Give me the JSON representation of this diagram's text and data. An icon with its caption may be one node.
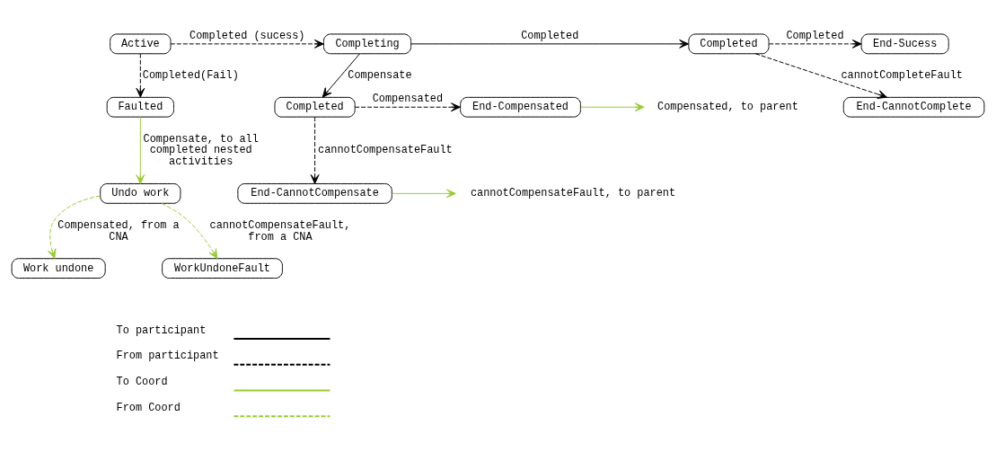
{
  "diagram": {
    "nodes": [
      {
        "text": [
          "Active"
        ]
      },
      {
        "text": [
          "Completing"
        ]
      },
      {
        "text": [
          "Completed"
        ]
      },
      {
        "text": [
          "End-Sucess"
        ]
      },
      {
        "text": [
          "End-CannotComplete"
        ]
      },
      {
        "text": [
          "Faulted"
        ]
      },
      {
        "text": [
          "Completed"
        ]
      },
      {
        "text": [
          "End-Compensated"
        ]
      },
      {
        "text": [
          "End-CannotCompensate"
        ]
      },
      {
        "text": [
          "Undo work"
        ]
      },
      {
        "text": [
          "Work undone"
        ]
      },
      {
        "text": [
          "WorkUndoneFault"
        ]
      },
      {
        "text": [
          "Compensated, to parent"
        ]
      },
      {
        "text": [
          "cannotCompensateFault, to parent"
        ]
      }
    ],
    "edges": [
      {
        "from": 0,
        "to": 1,
        "arrow": "to",
        "style": "dashed",
        "label": "Completed (sucess)"
      },
      {
        "from": 1,
        "to": 2,
        "arrow": "to",
        "label": "Completed"
      },
      {
        "from": 2,
        "to": 3,
        "arrow": "to",
        "style": "dashed",
        "label": "Completed"
      },
      {
        "from": 2,
        "to": 4,
        "arrow": "to",
        "style": "dashed",
        "label": "cannotCompleteFault"
      },
      {
        "from": 0,
        "to": 5,
        "arrow": "to",
        "style": "dashed",
        "label": "Completed(Fail)"
      },
      {
        "from": 1,
        "to": 6,
        "arrow": "to",
        "label": "Compensate"
      },
      {
        "from": 6,
        "to": 7,
        "arrow": "to",
        "style": "dashed",
        "label": "Compensated"
      },
      {
        "from": 6,
        "to": 8,
        "arrow": "to",
        "style": "dashed",
        "label": "cannotCompensateFault"
      },
      {
        "from": 7,
        "to": 12,
        "arrow": "to",
        "color": "#99cc33"
      },
      {
        "from": 5,
        "to": 9,
        "arrow": "to",
        "color": "#99cc33",
        "label": "Compensate, to all completed nested activities"
      },
      {
        "from": 8,
        "to": 13,
        "arrow": "to",
        "color": "#99cc33"
      },
      {
        "from": 9,
        "to": 10,
        "arrow": "to",
        "style": "dashed",
        "color": "#99cc33",
        "label": "Compensated, from a CNA"
      },
      {
        "from": 9,
        "to": 11,
        "arrow": "to",
        "style": "dashed",
        "color": "#99cc33",
        "label": "cannotCompensateFault, from a CNA"
      }
    ],
    "legend": [
      {
        "text": "To participant"
      },
      {
        "text": "From participant"
      },
      {
        "text": "To Coord"
      },
      {
        "text": "From Coord"
      }
    ]
  }
}
